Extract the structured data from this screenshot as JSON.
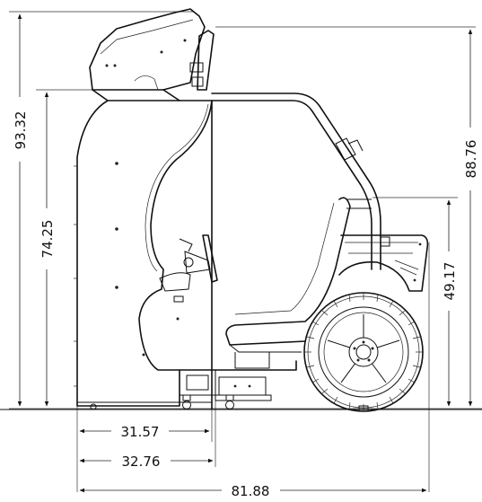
{
  "dimensions": {
    "overall_height": "93.32",
    "cabinet_height": "74.25",
    "canopy_height": "88.76",
    "seat_height": "49.17",
    "cabinet_depth": "31.57",
    "cabinet_base_depth": "32.76",
    "overall_length": "81.88"
  }
}
